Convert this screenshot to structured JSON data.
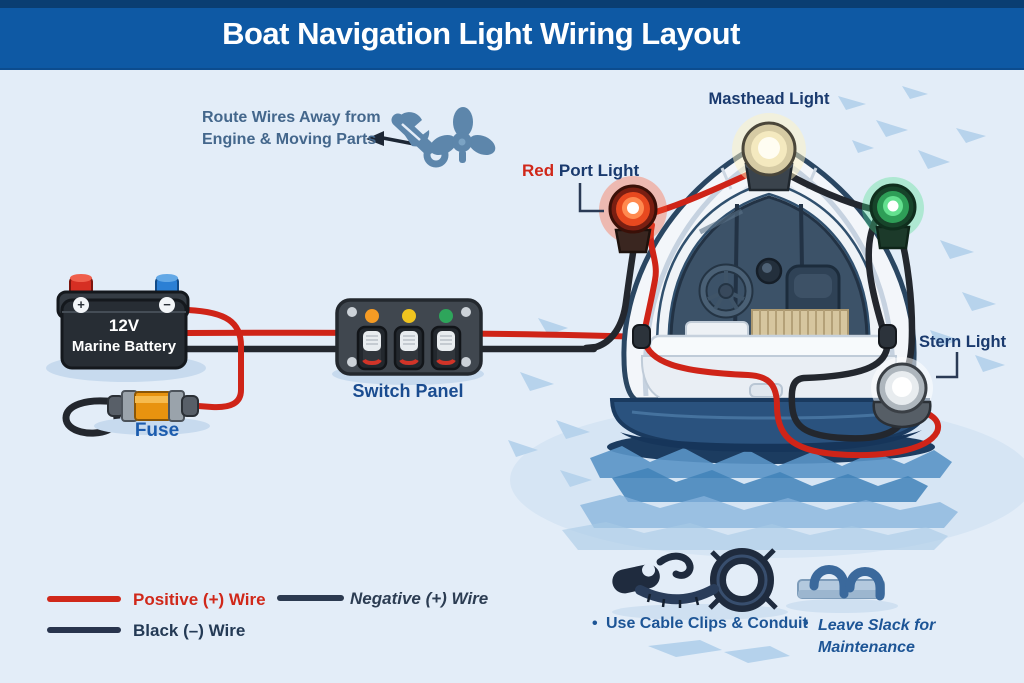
{
  "header": {
    "title": "Boat Navigation Light Wiring Layout"
  },
  "annotations": {
    "route_note": {
      "line1": "Route Wires Away from",
      "line2": "Engine & Moving Parts"
    }
  },
  "battery": {
    "voltage": "12V",
    "name": "Marine Battery",
    "positive_symbol": "+",
    "negative_symbol": "−"
  },
  "fuse": {
    "label": "Fuse"
  },
  "switch_panel": {
    "label": "Switch Panel"
  },
  "lights": {
    "masthead": {
      "label": "Masthead Light"
    },
    "port": {
      "highlight": "Red",
      "label": "Port Light"
    },
    "stern": {
      "label": "Stern Light"
    }
  },
  "legend": {
    "items": [
      {
        "label": "Positive (+) Wire",
        "color": "#d0281a"
      },
      {
        "label": "Black (–) Wire",
        "color": "#23314a"
      },
      {
        "label": "Negative (+) Wire",
        "color": "#2c3b52"
      }
    ]
  },
  "tips": {
    "items": [
      {
        "bullet": "•",
        "label": "Use Cable Clips & Conduit",
        "icon": "cable-clip-conduit-icon"
      },
      {
        "bullet": "•",
        "label": "Leave Slack for Maintenance",
        "icon": "cable-clips-icon"
      }
    ]
  },
  "icons": {
    "route_note": "wrench-propeller-icon"
  },
  "colors": {
    "header_bg": "#0e59a4",
    "header_strip": "#0a3e72",
    "background": "#e3edf8",
    "positive_wire": "#cf2418",
    "negative_wire": "#23272e",
    "masthead_glow": "#fdf3c9",
    "port_glow": "#ff5a2e",
    "starboard_glow": "#4adf8b",
    "stern_glow": "#ffffff",
    "label_navy": "#1a3a6e",
    "label_blue": "#1c5cae"
  }
}
